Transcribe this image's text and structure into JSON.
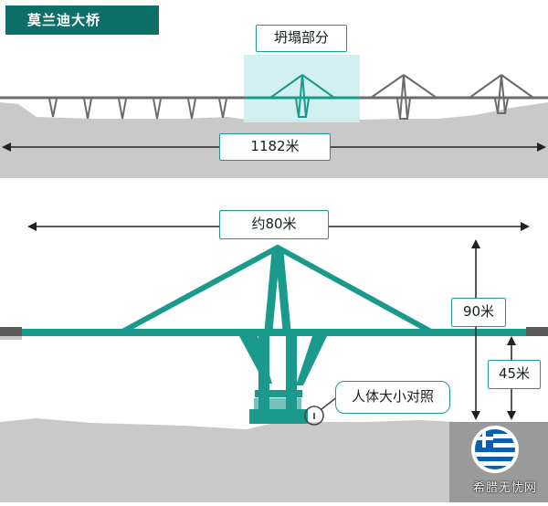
{
  "title": "莫兰迪大桥",
  "labels": {
    "collapse": "坍塌部分",
    "length": "1182米",
    "width": "约80米",
    "height_total": "90米",
    "height_deck": "45米",
    "human_scale": "人体大小对照"
  },
  "watermark": "希腊无忧网",
  "colors": {
    "teal": "#1a9a8c",
    "dark_teal": "#0e6e68",
    "ground": "#c9c9c9",
    "highlight": "#cdeeed"
  },
  "icons": [
    "greek-flag-icon"
  ]
}
